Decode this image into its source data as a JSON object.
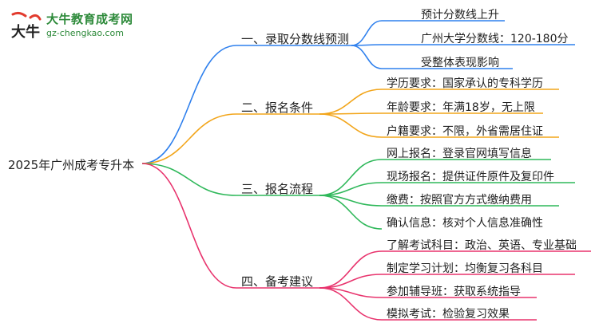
{
  "logo": {
    "title": "大牛教育成考网",
    "url": "gz-chengkao.com",
    "mark_text": "大牛"
  },
  "root": "2025年广州成考专升本",
  "branches": [
    {
      "label": "一、录取分数线预测",
      "color": "#2f80ed",
      "leaves": [
        "预计分数线上升",
        "广州大学分数线：120-180分",
        "受整体表现影响"
      ]
    },
    {
      "label": "二、报名条件",
      "color": "#f2a51a",
      "leaves": [
        "学历要求：国家承认的专科学历",
        "年龄要求：年满18岁，无上限",
        "户籍要求：不限，外省需居住证"
      ]
    },
    {
      "label": "三、报名流程",
      "color": "#2fb85a",
      "leaves": [
        "网上报名：登录官网填写信息",
        "现场报名：提供证件原件及复印件",
        "缴费：按照官方方式缴纳费用",
        "确认信息：核对个人信息准确性"
      ]
    },
    {
      "label": "四、备考建议",
      "color": "#e8336d",
      "leaves": [
        "了解考试科目：政治、英语、专业基础",
        "制定学习计划：均衡复习各科目",
        "参加辅导班：获取系统指导",
        "模拟考试：检验复习效果"
      ]
    }
  ]
}
